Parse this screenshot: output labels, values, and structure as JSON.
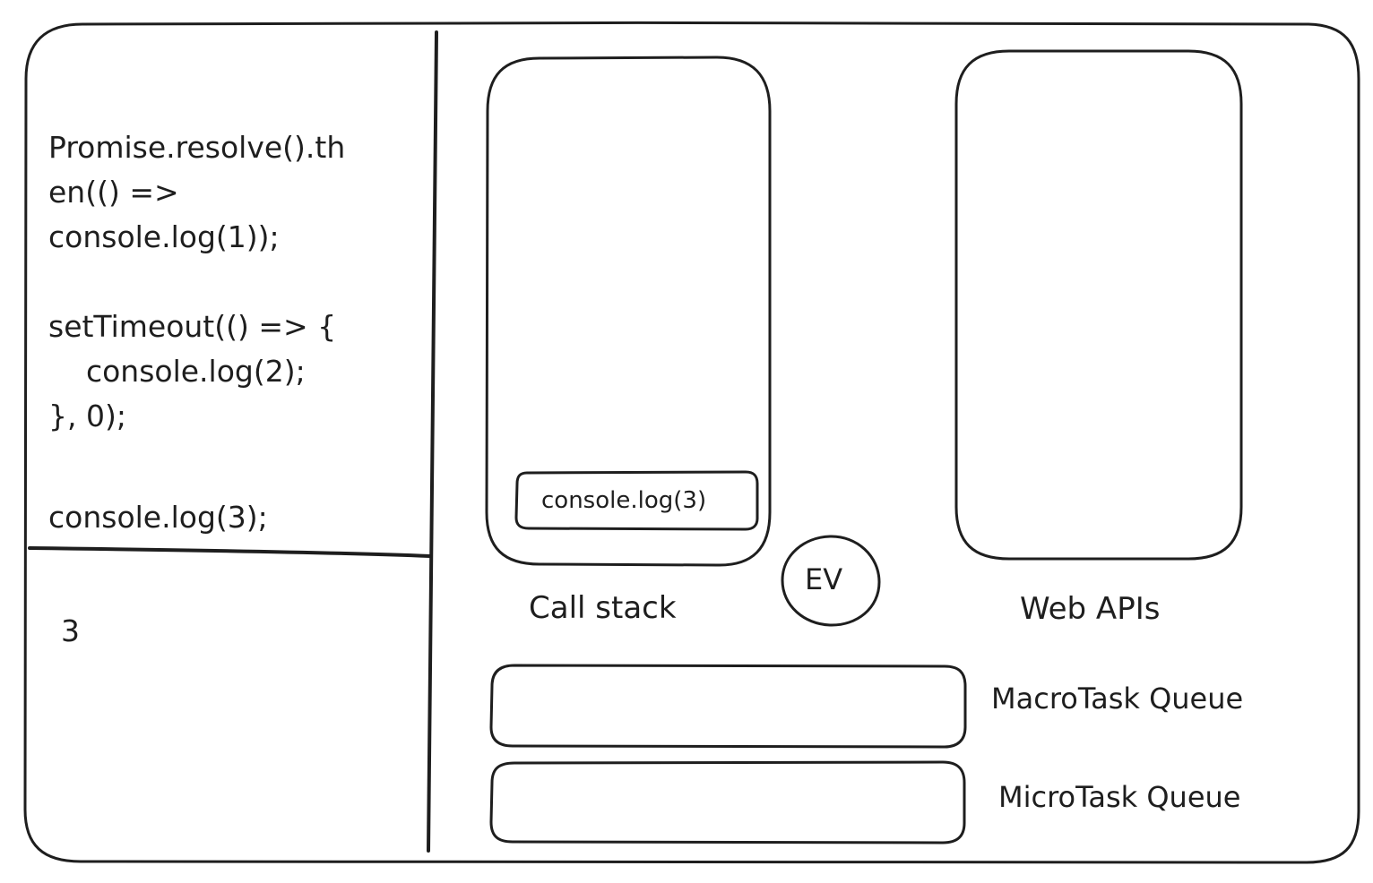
{
  "code_lines": [
    "Promise.resolve().th",
    "en(() =>",
    "console.log(1));",
    "",
    "setTimeout(() => {",
    "    console.log(2);",
    "}, 0);",
    "",
    "console.log(3);"
  ],
  "console_output": "3",
  "call_stack": {
    "label": "Call stack",
    "frames": [
      "console.log(3)"
    ]
  },
  "event_loop": {
    "label": "EV"
  },
  "web_apis": {
    "label": "Web APIs"
  },
  "macrotask_queue": {
    "label": "MacroTask Queue"
  },
  "microtask_queue": {
    "label": "MicroTask Queue"
  },
  "colors": {
    "stroke": "#1e1e1e",
    "background": "#ffffff"
  }
}
